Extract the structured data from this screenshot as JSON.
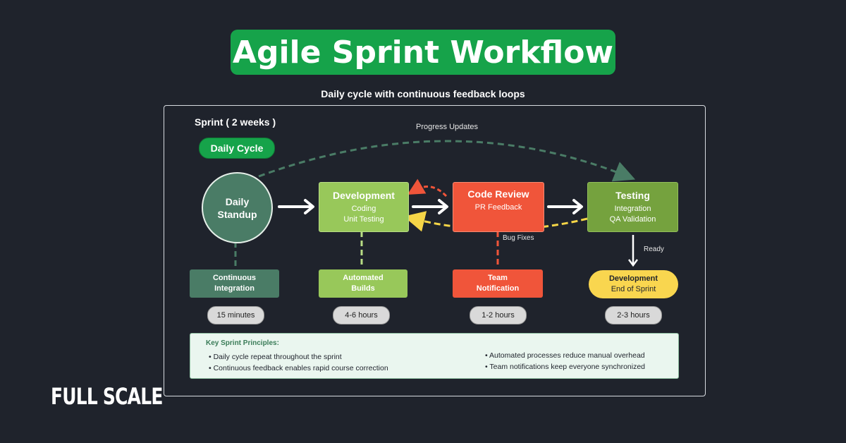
{
  "title": "Agile Sprint Workflow",
  "subtitle": "Daily cycle with continuous feedback loops",
  "sprint_label": "Sprint ( 2 weeks )",
  "daily_cycle_label": "Daily Cycle",
  "progress_updates_label": "Progress Updates",
  "bug_fixes_label": "Bug Fixes",
  "ready_label": "Ready",
  "standup": {
    "line1": "Daily",
    "line2": "Standup",
    "color": "#4a7c66"
  },
  "stages": {
    "development": {
      "title": "Development",
      "line1": "Coding",
      "line2": "Unit Testing",
      "color": "#98c85a"
    },
    "code_review": {
      "title": "Code Review",
      "line1": "PR Feedback",
      "color": "#f0553a"
    },
    "testing": {
      "title": "Testing",
      "line1": "Integration",
      "line2": "QA Validation",
      "color": "#75a23e"
    }
  },
  "tasks": {
    "ci": {
      "line1": "Continuous",
      "line2": "Integration"
    },
    "builds": {
      "line1": "Automated",
      "line2": "Builds"
    },
    "notification": {
      "line1": "Team",
      "line2": "Notification"
    },
    "end": {
      "line1": "Development",
      "line2": "End of Sprint",
      "color": "#f9d64f"
    }
  },
  "durations": [
    "15 minutes",
    "4-6 hours",
    "1-2 hours",
    "2-3 hours"
  ],
  "principles": {
    "heading": "Key Sprint Principles:",
    "left": [
      "• Daily cycle repeat throughout the sprint",
      "• Continuous feedback enables rapid course correction"
    ],
    "right": [
      "• Automated processes reduce manual overhead",
      "• Team notifications keep everyone synchronized"
    ]
  },
  "brand": "FULL SCALE",
  "colors": {
    "accent_green": "#16a34a",
    "background": "#1f232c",
    "feedback_yellow": "#f5d547",
    "feedback_red": "#f0553a"
  }
}
